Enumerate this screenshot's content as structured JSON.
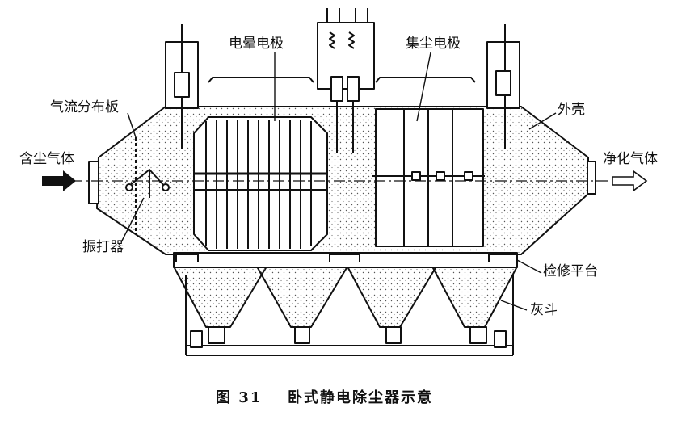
{
  "labels": {
    "corona_electrode": "电晕电极",
    "collecting_electrode": "集尘电极",
    "gas_distribution_plate": "气流分布板",
    "casing": "外壳",
    "dusty_gas": "含尘气体",
    "clean_gas": "净化气体",
    "rapper": "振打器",
    "maintenance_platform": "检修平台",
    "ash_hopper": "灰斗"
  },
  "caption": {
    "number": "图 31",
    "title": "卧式静电除尘器示意"
  },
  "colors": {
    "ink": "#111111",
    "paper": "#ffffff",
    "stipple": "#555555"
  }
}
